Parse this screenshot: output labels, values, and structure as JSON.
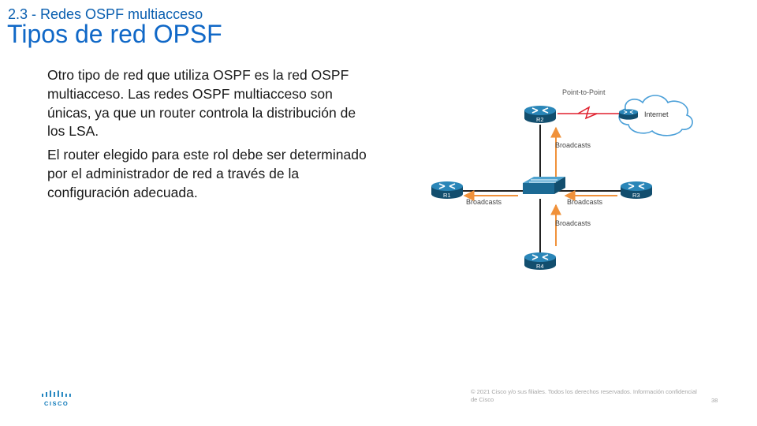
{
  "header": {
    "subtitle": "2.3 - Redes OSPF multiacceso",
    "title": "Tipos de red OPSF"
  },
  "body": {
    "paragraphs": [
      "Otro tipo de red que utiliza OSPF es la red OSPF multiacceso. Las redes OSPF multiacceso son únicas, ya que un router controla la distribución de los LSA.",
      "El router elegido para este rol debe ser determinado por el administrador de red a través de la configuración adecuada."
    ]
  },
  "diagram": {
    "link_label": "Point-to-Point",
    "cloud_label": "Internet",
    "broadcast_label": "Broadcasts",
    "routers": [
      "R1",
      "R2",
      "R3",
      "R4"
    ],
    "colors": {
      "router": "#1c6a94",
      "link": "#222222",
      "arrow": "#f0913a",
      "serial": "#e0202e",
      "cloud": "#4a9fd8"
    }
  },
  "footer": {
    "copyright": "© 2021 Cisco y/o sus filiales. Todos los derechos reservados. Información confidencial de Cisco",
    "page": "38",
    "logo_text": "CISCO"
  }
}
